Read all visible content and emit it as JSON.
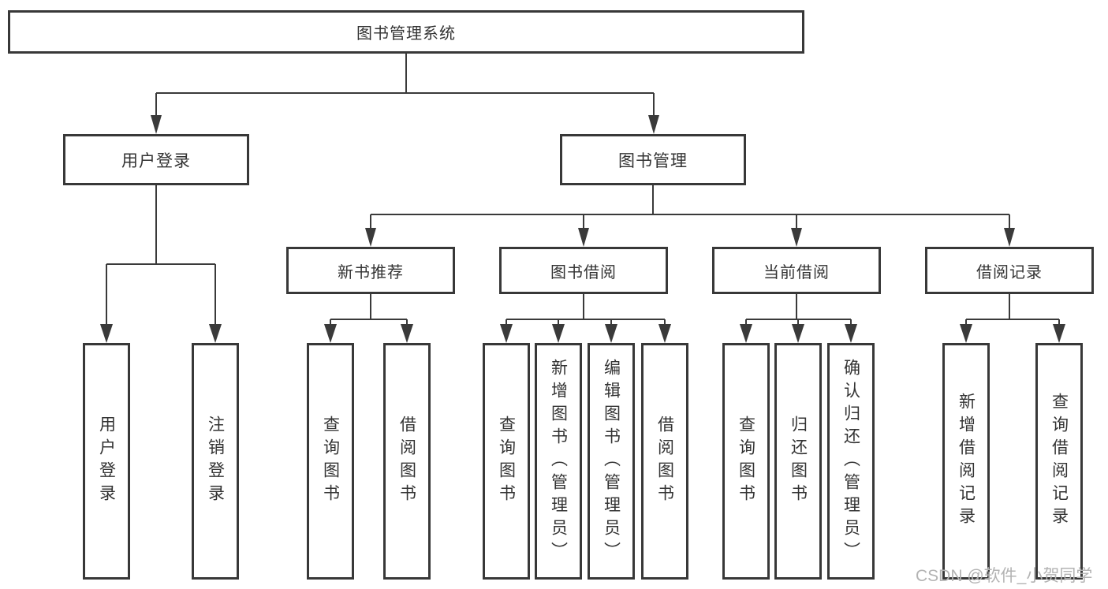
{
  "diagram": {
    "root": {
      "label": "图书管理系统"
    },
    "branches": [
      {
        "label": "用户登录",
        "children": [
          {
            "label": "用户登录"
          },
          {
            "label": "注销登录"
          }
        ]
      },
      {
        "label": "图书管理",
        "children": [
          {
            "label": "新书推荐",
            "children": [
              {
                "label": "查询图书"
              },
              {
                "label": "借阅图书"
              }
            ]
          },
          {
            "label": "图书借阅",
            "children": [
              {
                "label": "查询图书"
              },
              {
                "label": "新增图书（管理员）"
              },
              {
                "label": "编辑图书（管理员）"
              },
              {
                "label": "借阅图书"
              }
            ]
          },
          {
            "label": "当前借阅",
            "children": [
              {
                "label": "查询图书"
              },
              {
                "label": "归还图书"
              },
              {
                "label": "确认归还（管理员）"
              }
            ]
          },
          {
            "label": "借阅记录",
            "children": [
              {
                "label": "新增借阅记录"
              },
              {
                "label": "查询借阅记录"
              }
            ]
          }
        ]
      }
    ]
  },
  "watermark": {
    "text": "CSDN @软件_小贺同学"
  },
  "colors": {
    "line": "#3a3a3a",
    "border": "#383838",
    "text": "#333333",
    "watermark": "#b3b3b3",
    "background": "#ffffff"
  }
}
